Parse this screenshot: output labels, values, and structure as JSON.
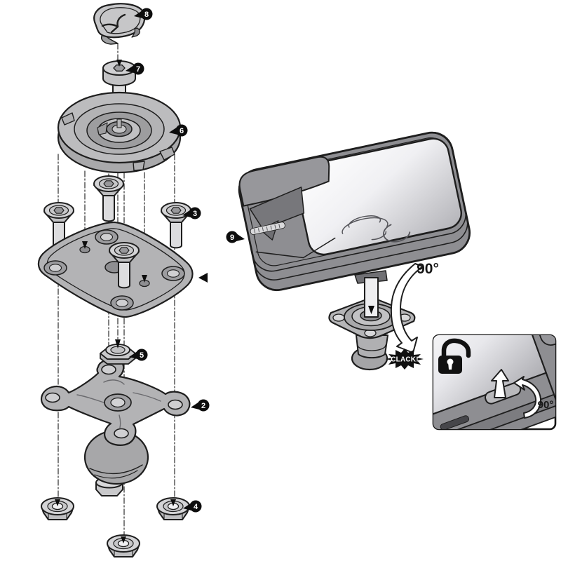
{
  "figure": {
    "background": "#ffffff",
    "outline_color": "#1e1e1e",
    "part_fill_light": "#d3d3d5",
    "part_fill_mid": "#b3b3b5",
    "case_fill": "#8e8e92",
    "callout_fill": "#0d0d0d"
  },
  "callouts": {
    "c8": "8",
    "c7": "7",
    "c6": "6",
    "c3": "3",
    "c5": "5",
    "c2": "2",
    "c4": "4",
    "c9": "9"
  },
  "annotations": {
    "rotation_main": "90°",
    "clack": "CLACK!",
    "rotation_inset": "90°"
  }
}
